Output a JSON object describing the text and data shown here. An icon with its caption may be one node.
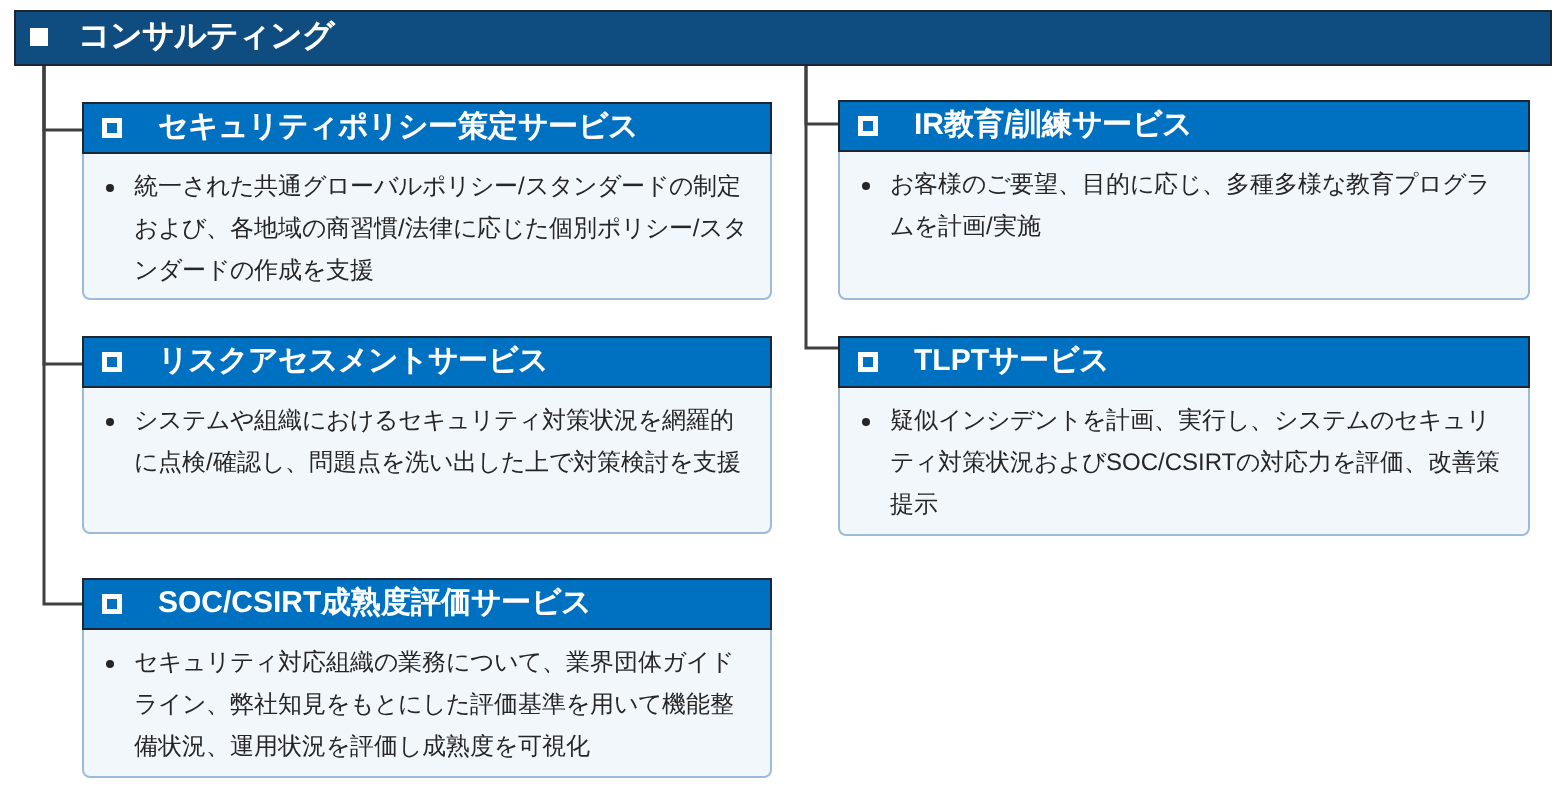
{
  "diagram": {
    "nodes": [
      {
        "text": [
          "コンサルティング"
        ]
      },
      {
        "text": [
          "セキュリティポリシー策定サービス",
          "統一された共通グローバルポリシー/スタンダードの制定および、各地域の商習慣/法律に応じた個別ポリシー/スタンダードの作成を支援"
        ]
      },
      {
        "text": [
          "リスクアセスメントサービス",
          "システムや組織におけるセキュリティ対策状況を網羅的に点検/確認し、問題点を洗い出した上で対策検討を支援"
        ]
      },
      {
        "text": [
          "SOC/CSIRT成熟度評価サービス",
          "セキュリティ対応組織の業務について、業界団体ガイドライン、弊社知見をもとにした評価基準を用いて機能整備状況、運用状況を評価し成熟度を可視化"
        ]
      },
      {
        "text": [
          "IR教育/訓練サービス",
          "お客様のご要望、目的に応じ、多種多様な教育プログラムを計画/実施"
        ]
      },
      {
        "text": [
          "TLPTサービス",
          "疑似インシデントを計画、実行し、システムのセキュリティ対策状況およびSOC/CSIRTの対応力を評価、改善策提示"
        ]
      }
    ],
    "edges": [
      {
        "from": 0,
        "to": 1,
        "arrow": "none"
      },
      {
        "from": 0,
        "to": 2,
        "arrow": "none"
      },
      {
        "from": 0,
        "to": 3,
        "arrow": "none"
      },
      {
        "from": 0,
        "to": 4,
        "arrow": "none"
      },
      {
        "from": 0,
        "to": 5,
        "arrow": "none"
      }
    ]
  }
}
